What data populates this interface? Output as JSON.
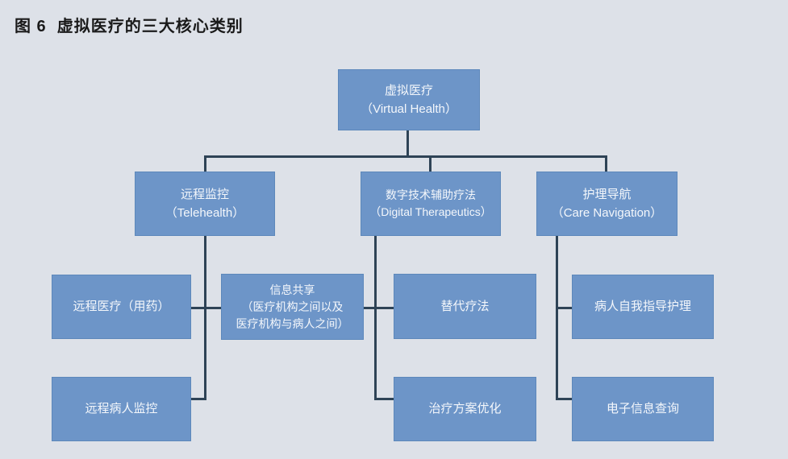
{
  "figure": {
    "title": "图 6  虚拟医疗的三大核心类别"
  },
  "colors": {
    "background": "#dde1e8",
    "node_fill": "#6d95c8",
    "node_border": "#5d88bb",
    "node_text": "#f4f7fb",
    "connector": "#2e4356",
    "title_text": "#1a1a1a"
  },
  "nodes": {
    "root": {
      "lines": [
        "虚拟医疗",
        "（Virtual Health）"
      ]
    },
    "telehealth": {
      "lines": [
        "远程监控",
        "（Telehealth）"
      ]
    },
    "digital_therapeutics": {
      "lines": [
        "数字技术辅助疗法",
        "（Digital Therapeutics）"
      ]
    },
    "care_navigation": {
      "lines": [
        "护理导航",
        "（Care Navigation）"
      ]
    },
    "telemedicine_medication": {
      "lines": [
        "远程医疗（用药）"
      ]
    },
    "info_sharing": {
      "lines": [
        "信息共享",
        "（医疗机构之间以及",
        "医疗机构与病人之间）"
      ]
    },
    "remote_patient_monitoring": {
      "lines": [
        "远程病人监控"
      ]
    },
    "alternative_therapy": {
      "lines": [
        "替代疗法"
      ]
    },
    "treatment_optimization": {
      "lines": [
        "治疗方案优化"
      ]
    },
    "patient_self_directed_care": {
      "lines": [
        "病人自我指导护理"
      ]
    },
    "electronic_info_lookup": {
      "lines": [
        "电子信息查询"
      ]
    }
  },
  "tree": {
    "root": "虚拟医疗（Virtual Health）",
    "branches": [
      {
        "label": "远程监控（Telehealth）",
        "children": [
          "远程医疗（用药）",
          "信息共享（医疗机构之间以及医疗机构与病人之间）",
          "远程病人监控"
        ]
      },
      {
        "label": "数字技术辅助疗法（Digital Therapeutics）",
        "children": [
          "替代疗法",
          "治疗方案优化"
        ]
      },
      {
        "label": "护理导航（Care Navigation）",
        "children": [
          "病人自我指导护理",
          "电子信息查询"
        ]
      }
    ]
  }
}
